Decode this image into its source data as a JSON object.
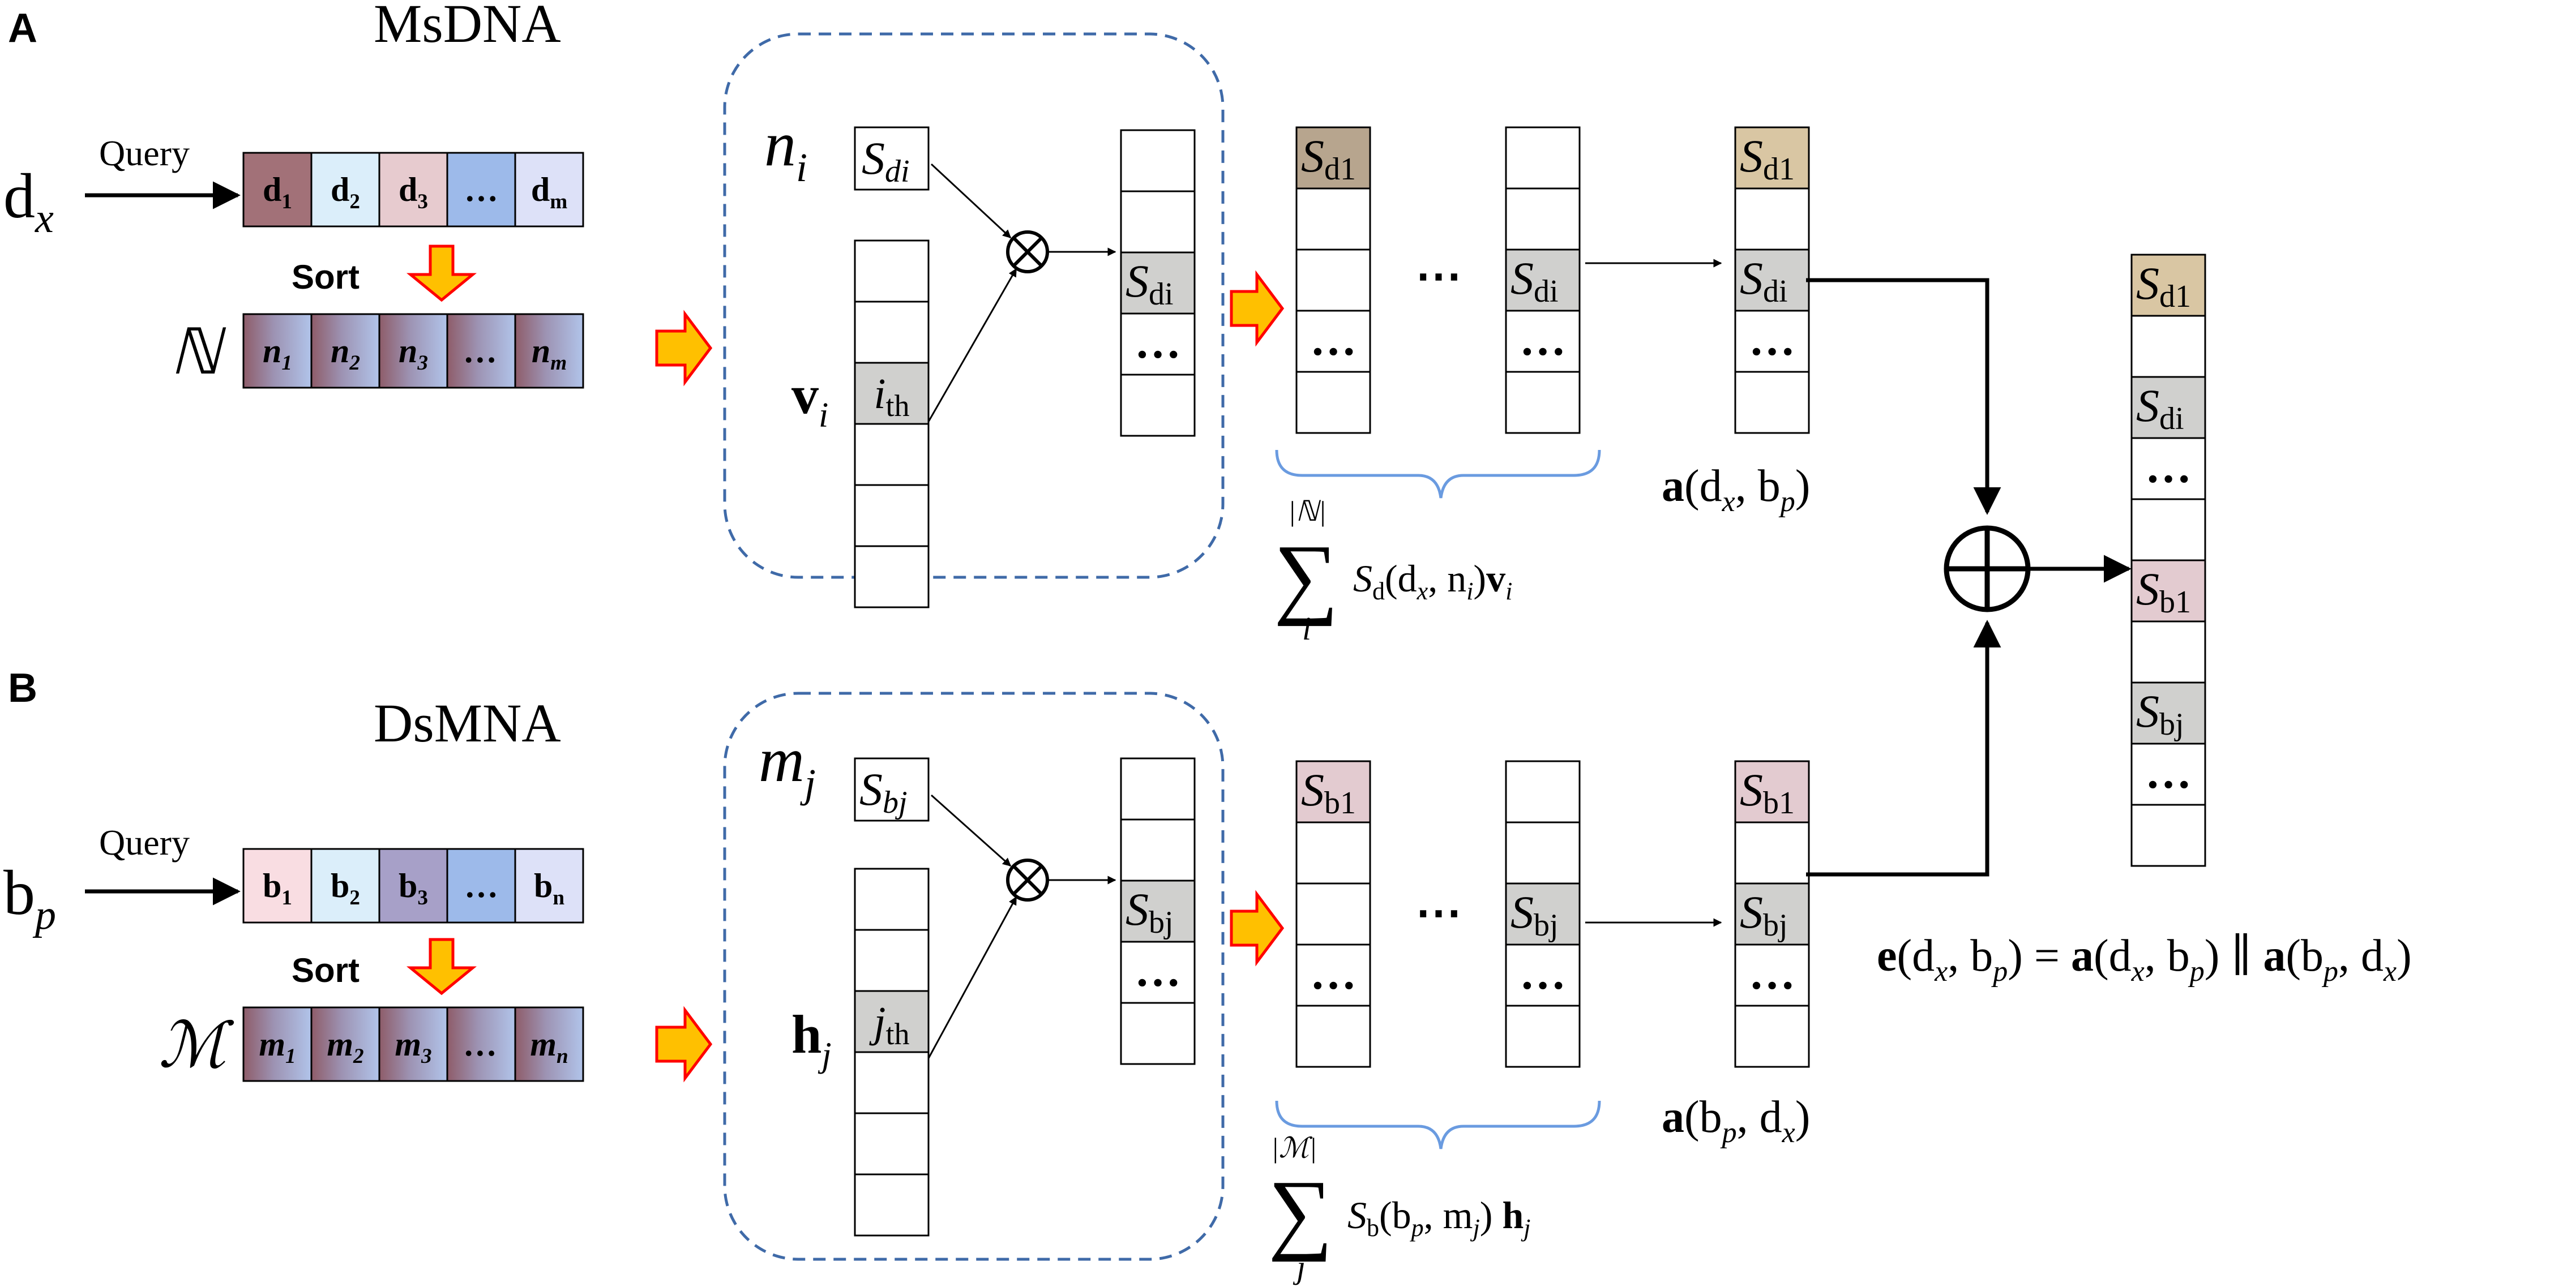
{
  "panels": {
    "A": {
      "label": "A",
      "title": "MsDNA",
      "query_input": "d",
      "query_input_sub": "x",
      "query_label": "Query",
      "sort_label": "Sort",
      "set_symbol": "ℕ",
      "top_row": [
        {
          "t": "d",
          "s": "1",
          "color": "#a27178"
        },
        {
          "t": "d",
          "s": "2",
          "color": "#dbeefa"
        },
        {
          "t": "d",
          "s": "3",
          "color": "#e7cbcf"
        },
        {
          "t": "…",
          "s": "",
          "color": "#9dbaea"
        },
        {
          "t": "d",
          "s": "m",
          "color": "#dde1f8"
        }
      ],
      "sorted_row": [
        {
          "t": "n",
          "s": "1"
        },
        {
          "t": "n",
          "s": "2"
        },
        {
          "t": "n",
          "s": "3"
        },
        {
          "t": "…",
          "s": ""
        },
        {
          "t": "n",
          "s": "m"
        }
      ],
      "neighbor_label": "n",
      "neighbor_sub": "i",
      "score_label": "S",
      "score_sub": "di",
      "vector_label": "v",
      "vector_sub": "i",
      "vector_index": "i",
      "vector_index_sub": "th",
      "result_label": "S",
      "result_sub": "di",
      "first_score": "d1",
      "sum_upper": "|ℕ|",
      "sum_lower": "i",
      "sum_expr": "S_d(d_x, n_i) v_i",
      "agg_label": "a(d_x, b_p)",
      "colors": {
        "first": "#b7a58e",
        "agg_first": "#d9c6a3",
        "selected": "#d0d0ce"
      }
    },
    "B": {
      "label": "B",
      "title": "DsMNA",
      "query_input": "b",
      "query_input_sub": "p",
      "query_label": "Query",
      "sort_label": "Sort",
      "set_symbol": "ℳ",
      "top_row": [
        {
          "t": "b",
          "s": "1",
          "color": "#f9dde2"
        },
        {
          "t": "b",
          "s": "2",
          "color": "#dbeefa"
        },
        {
          "t": "b",
          "s": "3",
          "color": "#a7a0c8"
        },
        {
          "t": "…",
          "s": "",
          "color": "#9dbaea"
        },
        {
          "t": "b",
          "s": "n",
          "color": "#dde1f8"
        }
      ],
      "sorted_row": [
        {
          "t": "m",
          "s": "1"
        },
        {
          "t": "m",
          "s": "2"
        },
        {
          "t": "m",
          "s": "3"
        },
        {
          "t": "…",
          "s": ""
        },
        {
          "t": "m",
          "s": "n"
        }
      ],
      "neighbor_label": "m",
      "neighbor_sub": "j",
      "score_label": "S",
      "score_sub": "bj",
      "vector_label": "h",
      "vector_sub": "j",
      "vector_index": "j",
      "vector_index_sub": "th",
      "result_label": "S",
      "result_sub": "bj",
      "first_score": "b1",
      "sum_upper": "|ℳ|",
      "sum_lower": "j",
      "sum_expr": "S_b(b_p, m_j) h_j",
      "agg_label": "a(b_p, d_x)",
      "colors": {
        "first": "#e3cbd0",
        "agg_first": "#e3cbd0",
        "selected": "#d0d0ce"
      }
    }
  },
  "operators": {
    "multiply": "⊗",
    "concat": "⊕",
    "ellipsis": "⋯"
  },
  "final": {
    "cells": [
      "d1",
      "",
      "di",
      "…",
      "",
      "b1",
      "",
      "bj",
      "…",
      ""
    ],
    "equation": "e(d_x, b_p) = a(d_x, b_p) ∥ a(b_p, d_x)"
  },
  "colors": {
    "dashed_border": "#3f6aa8",
    "brace": "#6a9be0",
    "arrow_fill": "#ffc000",
    "arrow_stroke": "#ff0000",
    "sorted_gradient": [
      "#8e5c69",
      "#b1c4ea"
    ]
  }
}
